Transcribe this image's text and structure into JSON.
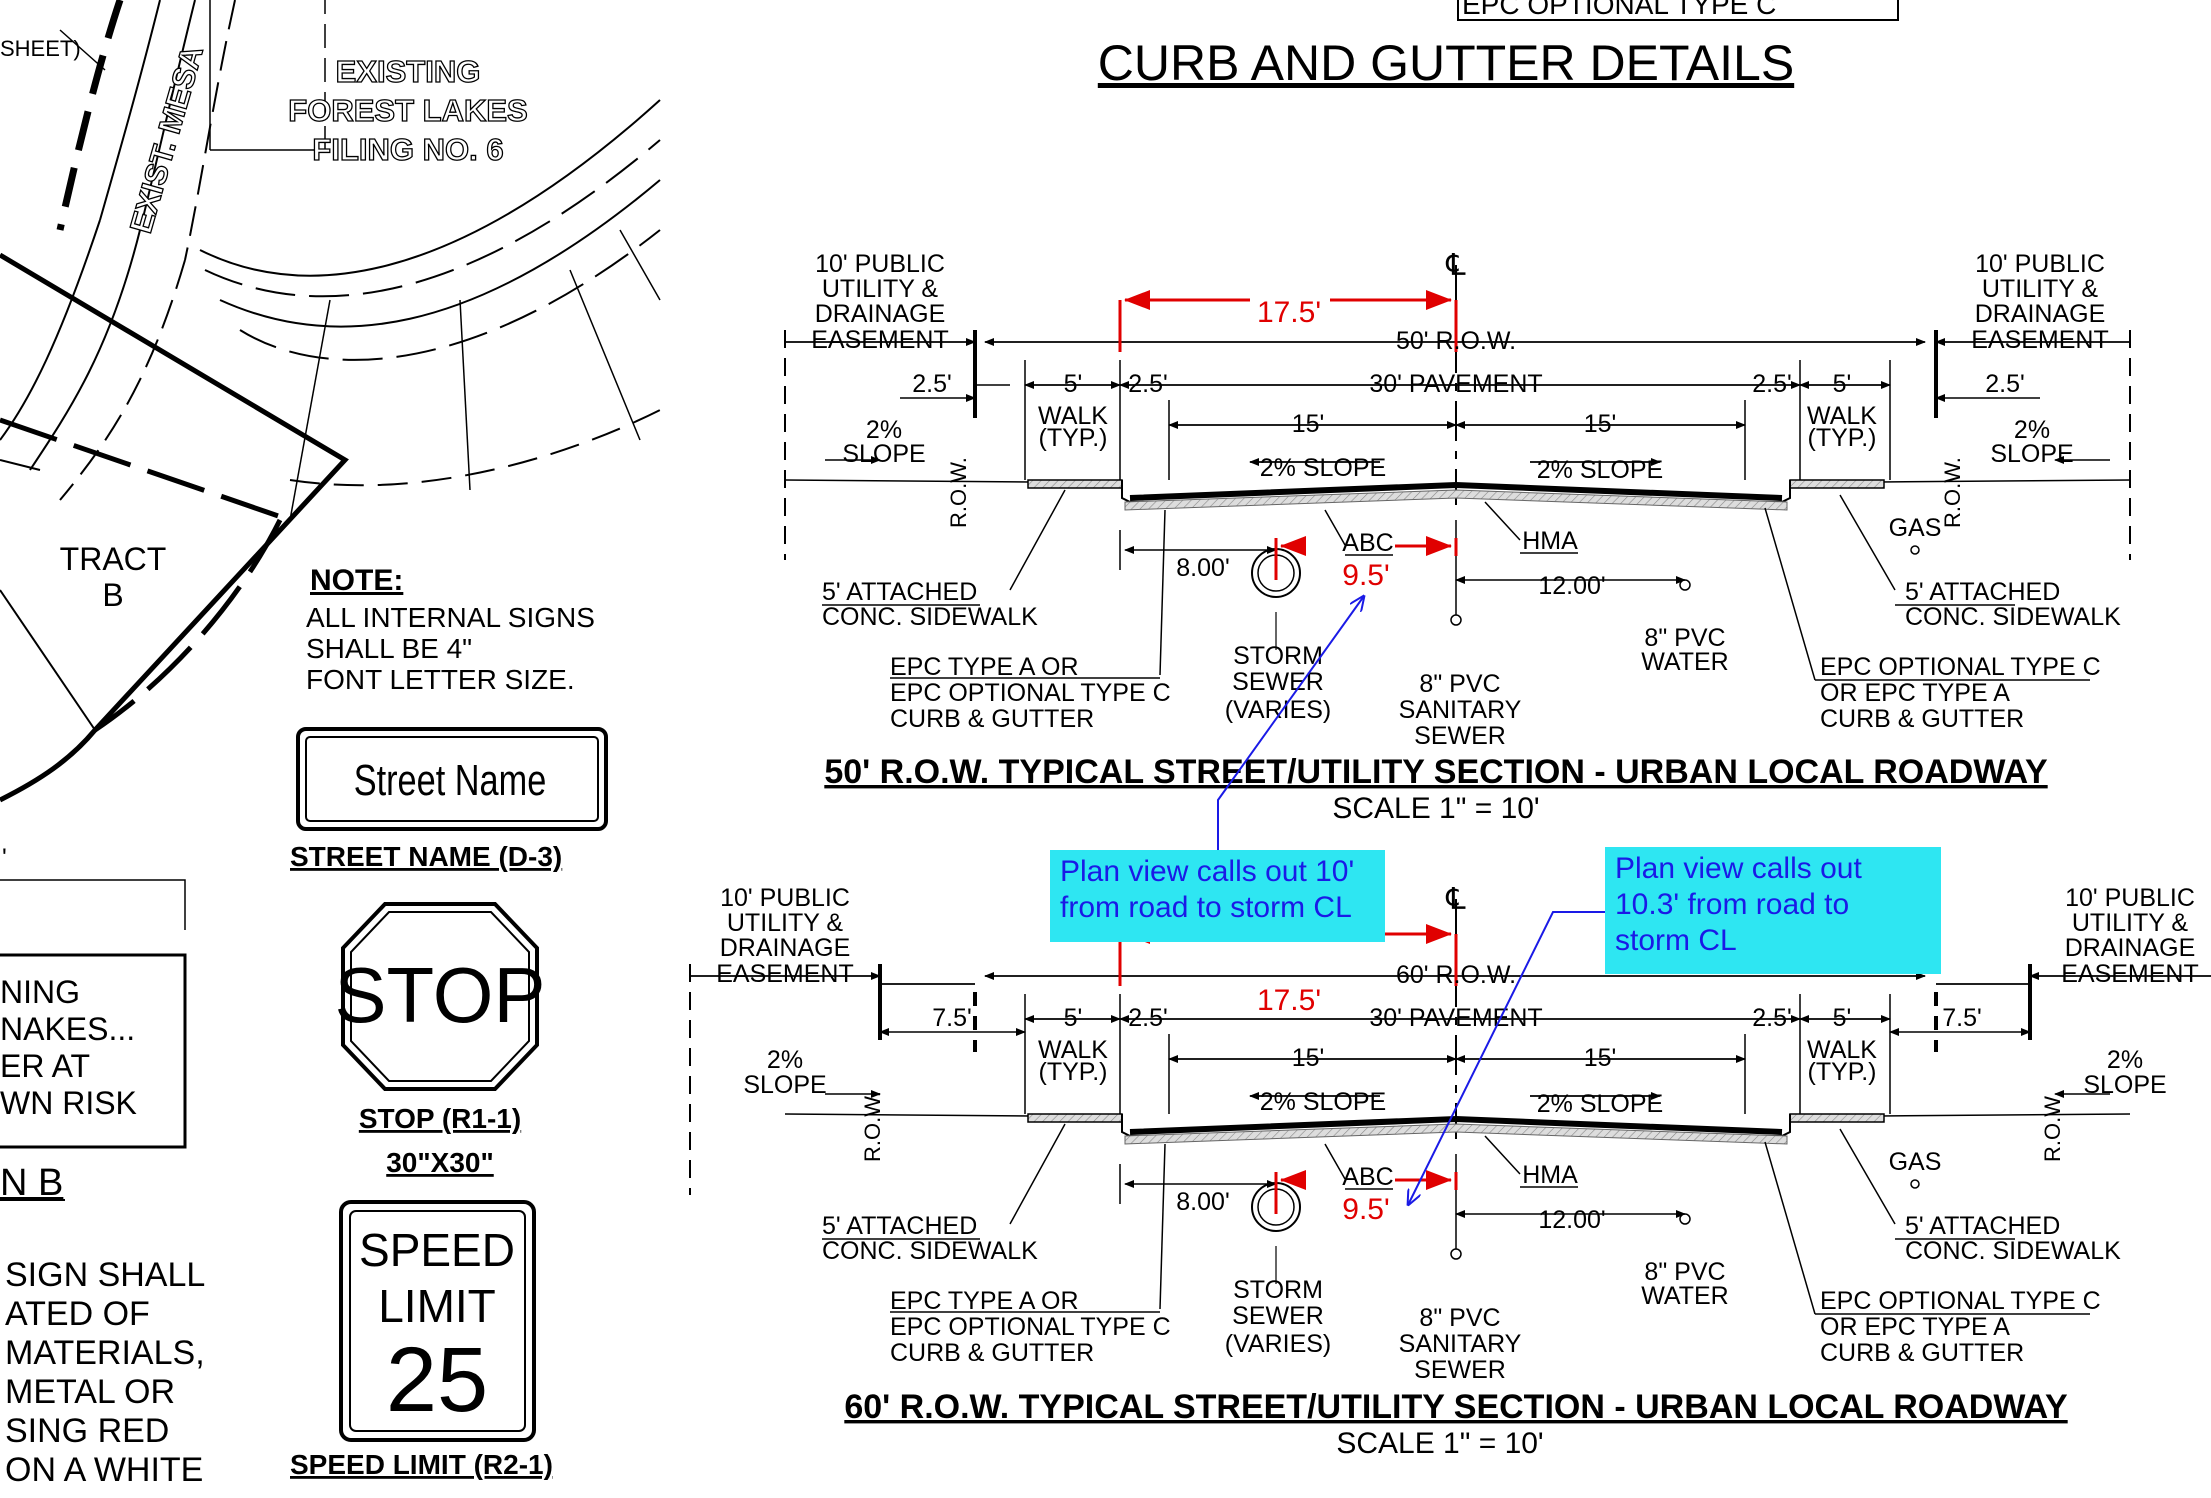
{
  "title": "CURB AND GUTTER DETAILS",
  "top_label": "EPC OPTIONAL TYPE C",
  "left_plan": {
    "existing_note": [
      "EXISTING",
      "FOREST LAKES",
      "FILING NO. 6"
    ],
    "street_label": "EXIST. MESA",
    "sheet_ref": "SHEET)",
    "tract": [
      "TRACT",
      "B"
    ],
    "note_title": "NOTE:",
    "note_lines": [
      "ALL INTERNAL SIGNS",
      "SHALL BE 4\"",
      "FONT LETTER SIZE."
    ],
    "warning_fragments": [
      "NING",
      "NAKES...",
      "ER AT",
      "WN RISK"
    ],
    "section_frag": "N B",
    "sign_text_lines": [
      "SIGN SHALL",
      "ATED OF",
      "MATERIALS,",
      "METAL OR",
      "SING RED",
      "ON A WHITE"
    ],
    "tick_frag": "'"
  },
  "signs": {
    "street_name": {
      "text": "Street Name",
      "caption": "STREET NAME (D-3)"
    },
    "stop": {
      "text": "STOP",
      "caption": "STOP (R1-1)",
      "size": "30\"X30\""
    },
    "speed": {
      "lines": [
        "SPEED",
        "LIMIT",
        "25"
      ],
      "caption": "SPEED LIMIT (R2-1)"
    }
  },
  "sections": [
    {
      "title": "50' R.O.W. TYPICAL STREET/UTILITY SECTION - URBAN LOCAL ROADWAY",
      "scale": "SCALE 1\" = 10'",
      "row": "50' R.O.W.",
      "pavement": "30' PAVEMENT",
      "cl": "℄",
      "easement": [
        "10' PUBLIC",
        "UTILITY &",
        "DRAINAGE",
        "EASEMENT"
      ],
      "dims": {
        "outer": "2.5'",
        "walk": "5'",
        "gutter": "2.5'",
        "half": "15'",
        "offset_a": "8.00'",
        "offset_b": "12.00'"
      },
      "red_dims": [
        "17.5'",
        "9.5'"
      ],
      "walk": [
        "WALK",
        "(TYP.)"
      ],
      "slope_side": [
        "2%",
        "SLOPE"
      ],
      "slope_road": "2% SLOPE",
      "row_tag": "R.O.W.",
      "abc": "ABC",
      "hma": "HMA",
      "gas": "GAS",
      "sidewalk": [
        "5' ATTACHED",
        "CONC. SIDEWALK"
      ],
      "curb_left": [
        "EPC TYPE A OR",
        "EPC OPTIONAL TYPE C",
        "CURB & GUTTER"
      ],
      "curb_right": [
        "EPC OPTIONAL TYPE C",
        "OR EPC TYPE A",
        "CURB & GUTTER"
      ],
      "storm": [
        "STORM",
        "SEWER",
        "(VARIES)"
      ],
      "sanitary": [
        "8\" PVC",
        "SANITARY",
        "SEWER"
      ],
      "water": [
        "8\" PVC",
        "WATER"
      ]
    },
    {
      "title": "60' R.O.W. TYPICAL STREET/UTILITY SECTION - URBAN LOCAL ROADWAY",
      "scale": "SCALE 1\" = 10'",
      "row": "60' R.O.W.",
      "pavement": "30' PAVEMENT",
      "cl": "℄",
      "easement": [
        "10' PUBLIC",
        "UTILITY &",
        "DRAINAGE",
        "EASEMENT"
      ],
      "dims": {
        "outer": "7.5'",
        "walk": "5'",
        "gutter": "2.5'",
        "half": "15'",
        "offset_a": "8.00'",
        "offset_b": "12.00'"
      },
      "red_dims": [
        "17.5'",
        "9.5'"
      ],
      "walk": [
        "WALK",
        "(TYP.)"
      ],
      "slope_side": [
        "2%",
        "SLOPE"
      ],
      "slope_road": "2% SLOPE",
      "row_tag": "R.O.W.",
      "abc": "ABC",
      "hma": "HMA",
      "gas": "GAS",
      "sidewalk": [
        "5' ATTACHED",
        "CONC. SIDEWALK"
      ],
      "curb_left": [
        "EPC TYPE A OR",
        "EPC OPTIONAL TYPE C",
        "CURB & GUTTER"
      ],
      "curb_right": [
        "EPC OPTIONAL TYPE C",
        "OR EPC TYPE A",
        "CURB & GUTTER"
      ],
      "storm": [
        "STORM",
        "SEWER",
        "(VARIES)"
      ],
      "sanitary": [
        "8\" PVC",
        "SANITARY",
        "SEWER"
      ],
      "water": [
        "8\" PVC",
        "WATER"
      ]
    }
  ],
  "callouts": [
    {
      "text": "Plan view calls out 10' from road to storm CL"
    },
    {
      "text": "Plan view calls out 10.3' from road to storm CL"
    }
  ],
  "colors": {
    "callout_bg": "#2ee6f2",
    "callout_text": "#1a1ae6",
    "redline": "#e00000"
  }
}
